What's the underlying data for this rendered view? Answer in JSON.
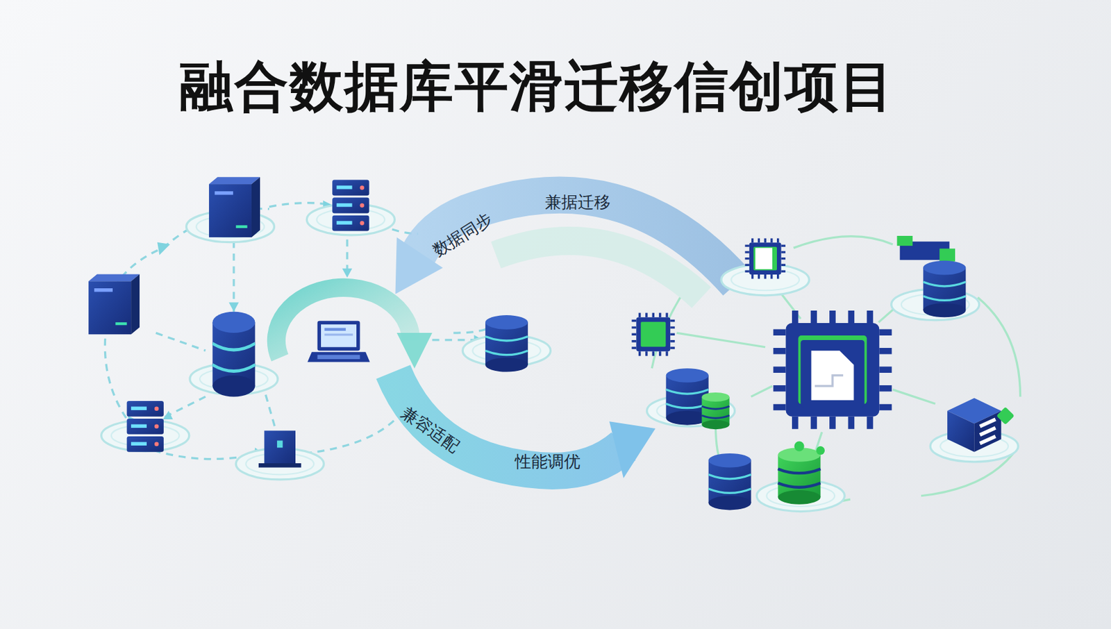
{
  "diagram": {
    "title": "融合数据库平滑迁移信创项目",
    "labels": [
      "兼据迁移",
      "数据同步",
      "兼容适配",
      "性能调优"
    ]
  }
}
